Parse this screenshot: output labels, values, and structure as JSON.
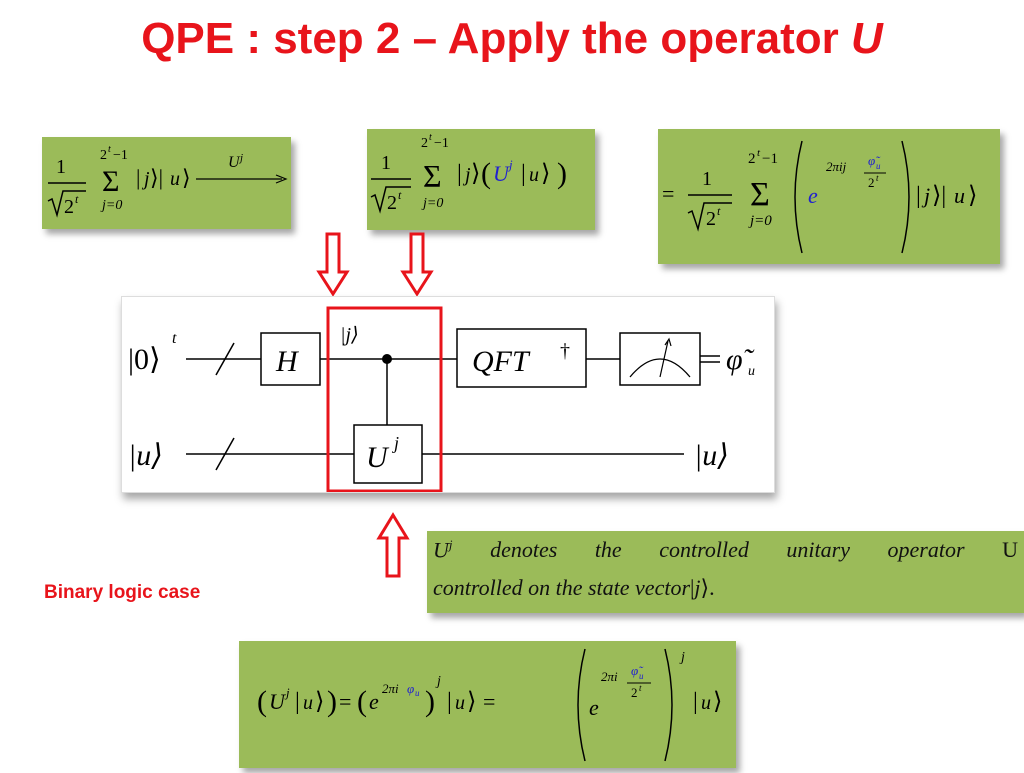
{
  "slide": {
    "title_prefix": "QPE : step 2 – Apply the operator ",
    "title_operator": "U"
  },
  "sidebar_label": "Binary logic case",
  "formula1": {
    "frac_num": "1",
    "sqrt_arg": "2",
    "sum_upper": "2",
    "sum_upper_exp": "t",
    "sum_upper_tail": "−1",
    "sum_lower": "j=0",
    "ket_j": "j",
    "ket_u": "u",
    "arrow_label": "U",
    "arrow_label_exp": "j"
  },
  "formula2": {
    "frac_num": "1",
    "sqrt_arg": "2",
    "sum_upper": "2",
    "sum_upper_exp": "t",
    "sum_upper_tail": "−1",
    "sum_lower": "j=0",
    "ket_j": "j",
    "op": "U",
    "op_exp": "j",
    "ket_u": "u"
  },
  "formula3": {
    "equals": "=",
    "frac_num": "1",
    "sqrt_arg": "2",
    "sum_upper": "2",
    "sum_upper_exp": "t",
    "sum_upper_tail": "−1",
    "sum_lower": "j=0",
    "exp_base": "e",
    "exp_prefix": "2πij",
    "exp_phase": "φ̃",
    "exp_phase_sub": "u",
    "exp_den": "2",
    "exp_den_exp": "t",
    "ket_j": "j",
    "ket_u": "u"
  },
  "circuit": {
    "input_top": "|0⟩",
    "input_top_exp": "t",
    "gate_h": "H",
    "ket_j_label": "|j⟩",
    "gate_qft": "QFT",
    "gate_qft_exp": "†",
    "output_phase": "φ̃",
    "output_phase_sub": "u",
    "input_bottom": "|u⟩",
    "gate_u": "U",
    "gate_u_exp": "j",
    "output_bottom": "|u⟩"
  },
  "note": {
    "line1_words": [
      "U",
      "denotes",
      "the",
      "controlled",
      "unitary",
      "operator",
      "U"
    ],
    "u_exp": "j",
    "line2": "controlled on the state vector",
    "line2_ket": "j",
    "line2_end": "."
  },
  "formula4": {
    "op": "U",
    "op_exp": "j",
    "ket_u": "u",
    "equals": "=",
    "exp_base": "e",
    "exp_prefix": "2πi",
    "exp_phase": "φ",
    "exp_phase_sub": "u",
    "outer_exp": "j",
    "frac_prefix": "2πi",
    "frac_phase": "φ̃",
    "frac_phase_sub": "u",
    "frac_den": "2",
    "frac_den_exp": "t"
  },
  "colors": {
    "title": "#e8141b",
    "box_green": "#9bbb59",
    "highlight_red": "#e8141b",
    "math_blue": "#2020d0"
  }
}
